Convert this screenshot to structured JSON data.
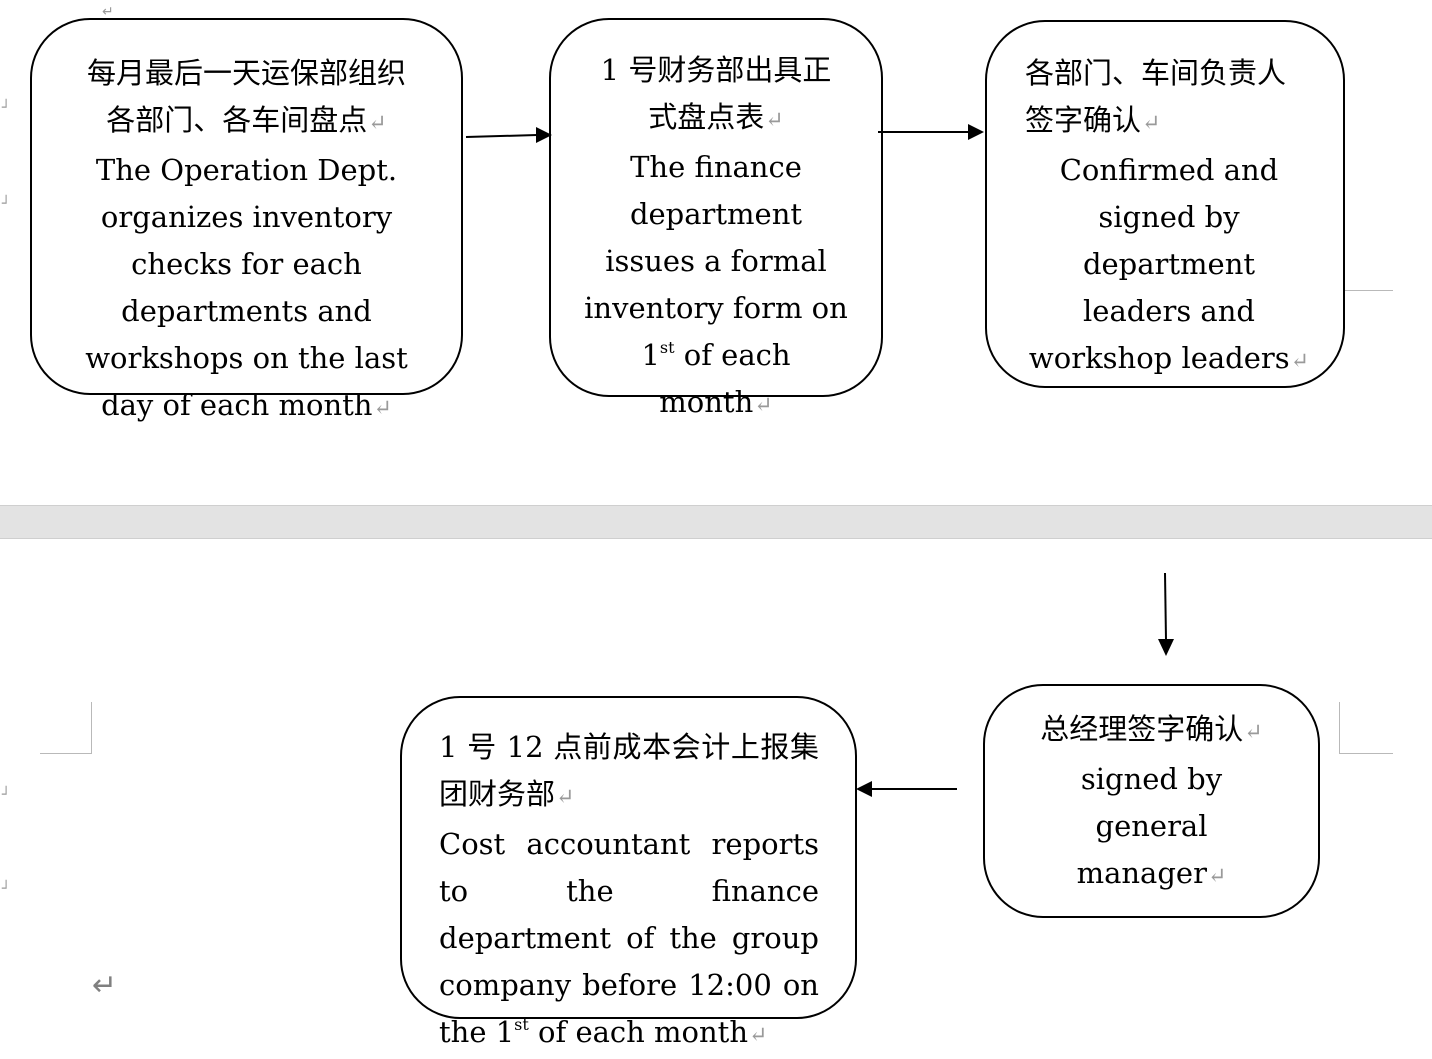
{
  "colors": {
    "page_gap": "#e3e3e3",
    "format_mark": "#9a9a9a",
    "line": "#000000"
  },
  "format_mark_glyph": "↵",
  "nodes": {
    "step1": {
      "cn_line1": "每月最后一天运保部组织",
      "cn_line2": "各部门、各车间盘点",
      "en": "The Operation Dept. organizes inventory checks for each departments and workshops on the last day of each month"
    },
    "step2": {
      "cn_line1": "1 号财务部出具正",
      "cn_line2": "式盘点表",
      "en_before_sup": "The finance department issues a formal inventory form on 1",
      "en_sup": "st",
      "en_after_sup": " of each month"
    },
    "step3": {
      "cn_line1": "各部门、车间负责人",
      "cn_line2": "签字确认",
      "en": "Confirmed and signed by department leaders and workshop leaders"
    },
    "step4": {
      "cn": "总经理签字确认",
      "en": "signed by general manager"
    },
    "step5": {
      "cn": "1 号 12 点前成本会计上报集团财务部",
      "en_before_sup": "Cost accountant reports to the finance department of the group company before 12:00 on the 1",
      "en_sup": "st",
      "en_after_sup": " of each month"
    }
  }
}
